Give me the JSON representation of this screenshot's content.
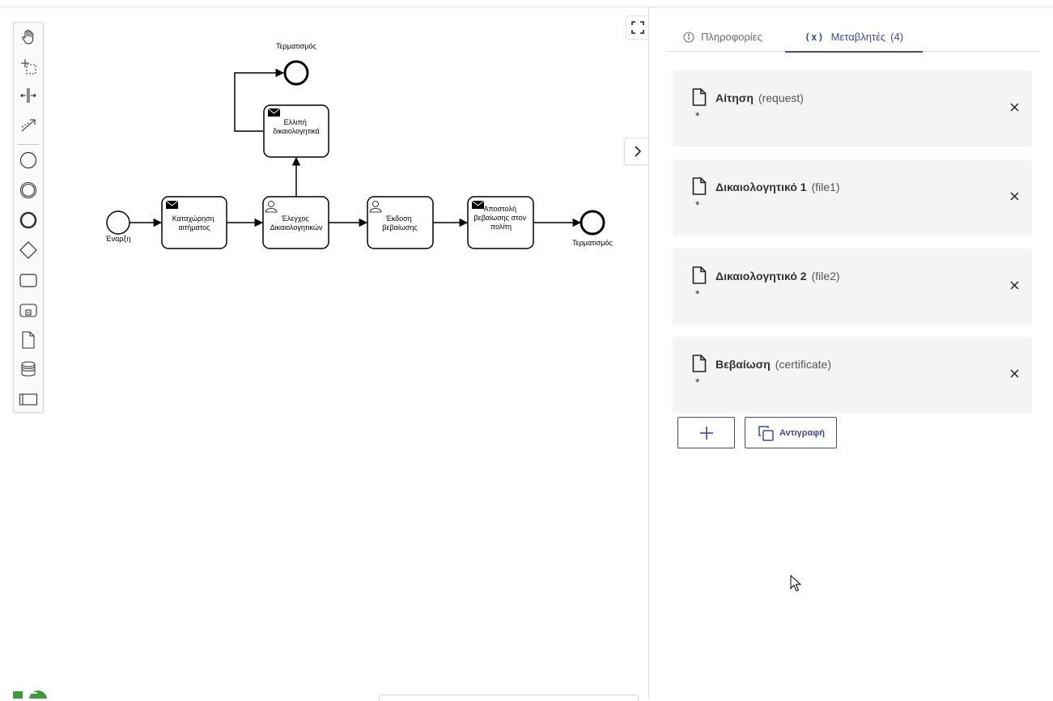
{
  "diagram": {
    "start_event_label": "Έναρξη",
    "end_event_top_label": "Τερματισμός",
    "end_event_right_label": "Τερματισμός",
    "tasks": [
      {
        "type": "send",
        "line1": "Καταχώρηση",
        "line2": "αιτήματος"
      },
      {
        "type": "user",
        "line1": "Έλεγχος",
        "line2": "Δικαιολογητικών"
      },
      {
        "type": "user",
        "line1": "Έκδοση",
        "line2": "βεβαίωσης"
      },
      {
        "type": "send",
        "line1": "Αποστολή",
        "line2": "βεβαίωσης στον",
        "line3": "πολίτη"
      },
      {
        "type": "send",
        "line1": "Ελλιπή",
        "line2": "δικαιολογητικά"
      }
    ]
  },
  "palette": {
    "tools": [
      "hand-tool-icon",
      "lasso-tool-icon",
      "space-tool-icon",
      "connect-tool-icon",
      "start-event-icon",
      "intermediate-event-icon",
      "end-event-icon",
      "gateway-icon",
      "task-icon",
      "subprocess-icon",
      "data-object-icon",
      "data-store-icon",
      "pool-icon"
    ]
  },
  "panel": {
    "tab_info_label": "Πληροφορίες",
    "tab_vars_prefix": "(x)",
    "tab_vars_label": "Μεταβλητές",
    "tab_vars_count": "(4)",
    "variables": [
      {
        "name": "Αίτηση",
        "id": "(request)",
        "required": "*"
      },
      {
        "name": "Δικαιολογητικό 1",
        "id": "(file1)",
        "required": "*"
      },
      {
        "name": "Δικαιολογητικό 2",
        "id": "(file2)",
        "required": "*"
      },
      {
        "name": "Βεβαίωση",
        "id": "(certificate)",
        "required": "*"
      }
    ],
    "add_button_label": "+",
    "copy_button_label": "Αντιγραφή"
  },
  "colors": {
    "accent": "#3f4a94",
    "card_bg": "#f4f4f4",
    "logo_green": "#3e9a3a"
  }
}
